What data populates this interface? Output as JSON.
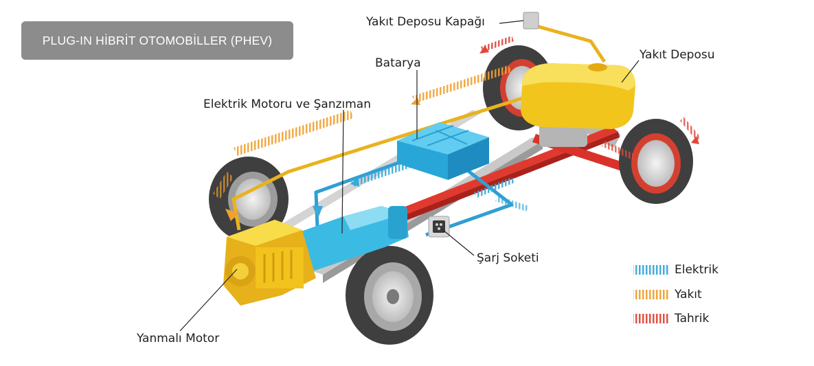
{
  "title": "PLUG-IN HİBRİT OTOMOBİLLER (PHEV)",
  "labels": {
    "fuel_cap": "Yakıt Deposu Kapağı",
    "fuel_tank": "Yakıt Deposu",
    "battery": "Batarya",
    "motor_gearbox": "Elektrik Motoru ve Şanzıman",
    "charge_socket": "Şarj Soketi",
    "combustion_engine": "Yanmalı Motor"
  },
  "legend": [
    {
      "label": "Elektrik",
      "color": "#3aa9d8"
    },
    {
      "label": "Yakıt",
      "color": "#f2b632"
    },
    {
      "label": "Tahrik",
      "color": "#d9322b"
    }
  ],
  "colors": {
    "electric": "#3aa9d8",
    "fuel": "#f2b632",
    "drive": "#d9322b",
    "badge": "#8c8c8c",
    "tire": "#4a4a4a",
    "battery": "#3bb7e0",
    "engine": "#f2c31c"
  }
}
